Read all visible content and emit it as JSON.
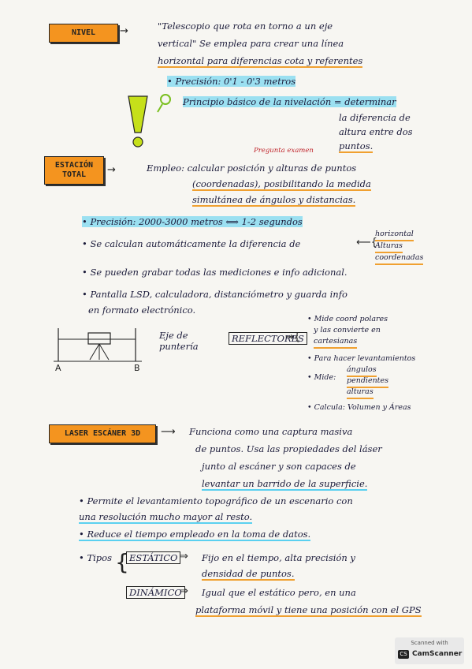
{
  "sections": {
    "nivel": {
      "label": "NIVEL",
      "def_l1": "\"Telescopio que rota en torno a un eje",
      "def_l2": "vertical\" Se emplea para crear una línea",
      "def_l3": "horizontal para diferencias cota y referentes",
      "precision": "• Precisión: 0'1 - 0'3 metros",
      "principio": "Principio básico de la nivelación = determinar",
      "principio_l2": "la diferencia de",
      "principio_l3": "altura entre dos",
      "principio_l4": "puntos."
    },
    "estacion": {
      "label": "ESTACIÓN TOTAL",
      "note": "Pregunta examen",
      "empleo_l1": "Empleo: calcular posición y alturas de puntos",
      "empleo_l2": "(coordenadas), posibilitando la medida",
      "empleo_l3": "simultánea de ángulos y distancias.",
      "precision": "• Precisión: 2000-3000 metros ⟺ 1-2 segundos",
      "calc_l1": "• Se calculan automáticamente la diferencia de",
      "calc_opts": [
        "horizontal",
        "Alturas",
        "coordenadas"
      ],
      "grabar": "• Se pueden grabar todas las mediciones e info adicional.",
      "pantalla_l1": "• Pantalla LSD, calculadora, distanciómetro y guarda info",
      "pantalla_l2": "en formato electrónico.",
      "eje": "Eje de puntería",
      "reflectores": "REFLECTORES",
      "point_a": "A",
      "point_b": "B",
      "r1_l1": "• Mide coord polares",
      "r1_l2": "y las convierte en",
      "r1_l3": "cartesianas",
      "r2": "• Para hacer levantamientos",
      "r3": "• Mide:",
      "r3_opts": [
        "ángulos",
        "pendientes",
        "alturas"
      ],
      "r4": "• Calcula: Volumen y Áreas"
    },
    "laser": {
      "label": "LASER ESCÁNER 3D",
      "desc_l1": "Funciona como una captura masiva",
      "desc_l2": "de puntos. Usa las propiedades del láser",
      "desc_l3": "junto al escáner y son capaces de",
      "desc_l4": "levantar un barrido de la superficie.",
      "permite_l1": "• Permite el levantamiento topográfico de un escenario con",
      "permite_l2": "una resolución mucho mayor al resto.",
      "reduce": "• Reduce el tiempo empleado en la toma de datos.",
      "tipos": "• Tipos",
      "estatico": "ESTÁTICO",
      "estatico_l1": "Fijo en el tiempo, alta precisión y",
      "estatico_l2": "densidad de puntos.",
      "dinamico": "DINÁMICO",
      "dinamico_l1": "Igual que el estático pero, en una",
      "dinamico_l2": "plataforma móvil y tiene una posición con el GPS"
    }
  },
  "badge": {
    "line1": "Scanned with",
    "line2": "CamScanner",
    "logo": "CS"
  },
  "colors": {
    "label_orange": "#f4941f",
    "highlight_blue": "#50cdf0",
    "highlight_orange": "#f0a030",
    "warning_yellow": "#c6e01a"
  }
}
